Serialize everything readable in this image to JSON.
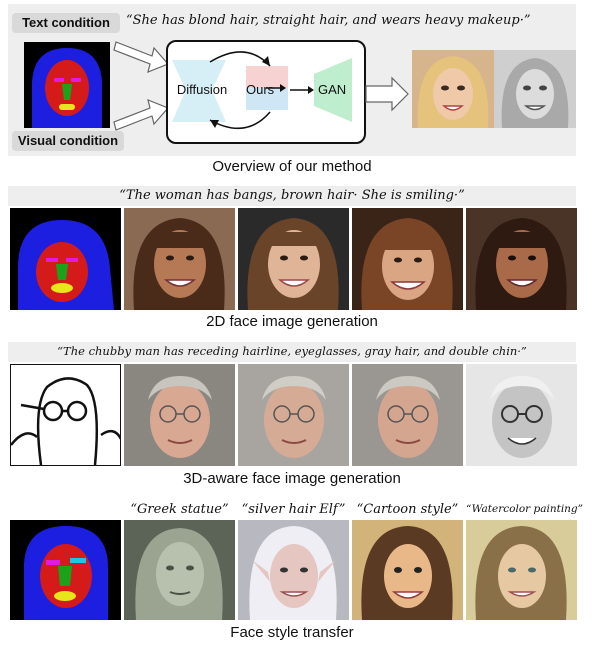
{
  "overview": {
    "text_condition_label": "Text condition",
    "visual_condition_label": "Visual condition",
    "prompt": "“She has blond hair, straight hair, and wears heavy makeup·”",
    "diffusion_label": "Diffusion",
    "ours_label": "Ours",
    "gan_label": "GAN",
    "caption": "Overview of our method"
  },
  "section_2d": {
    "prompt": "“The woman has bangs, brown hair· She is smiling·”",
    "caption": "2D face image generation"
  },
  "section_3d": {
    "prompt": "“The chubby man has receding hairline, eyeglasses, gray hair, and double chin·”",
    "caption": "3D-aware face image generation"
  },
  "section_style": {
    "styles": [
      "“Greek statue”",
      "“silver hair Elf”",
      "“Cartoon style”",
      "“Watercolor painting”"
    ],
    "caption": "Face style transfer"
  },
  "colors": {
    "band": "#eeeeee",
    "diffusion_fill": "#d6eef6",
    "ours_top": "#f6d2d2",
    "ours_bottom": "#cfe6f5",
    "gan_fill": "#bfeecf",
    "mask_blue": "#1d1fe0",
    "mask_red": "#d51a1a",
    "mask_green": "#1aa31a",
    "mask_yellow": "#e6e61a"
  }
}
